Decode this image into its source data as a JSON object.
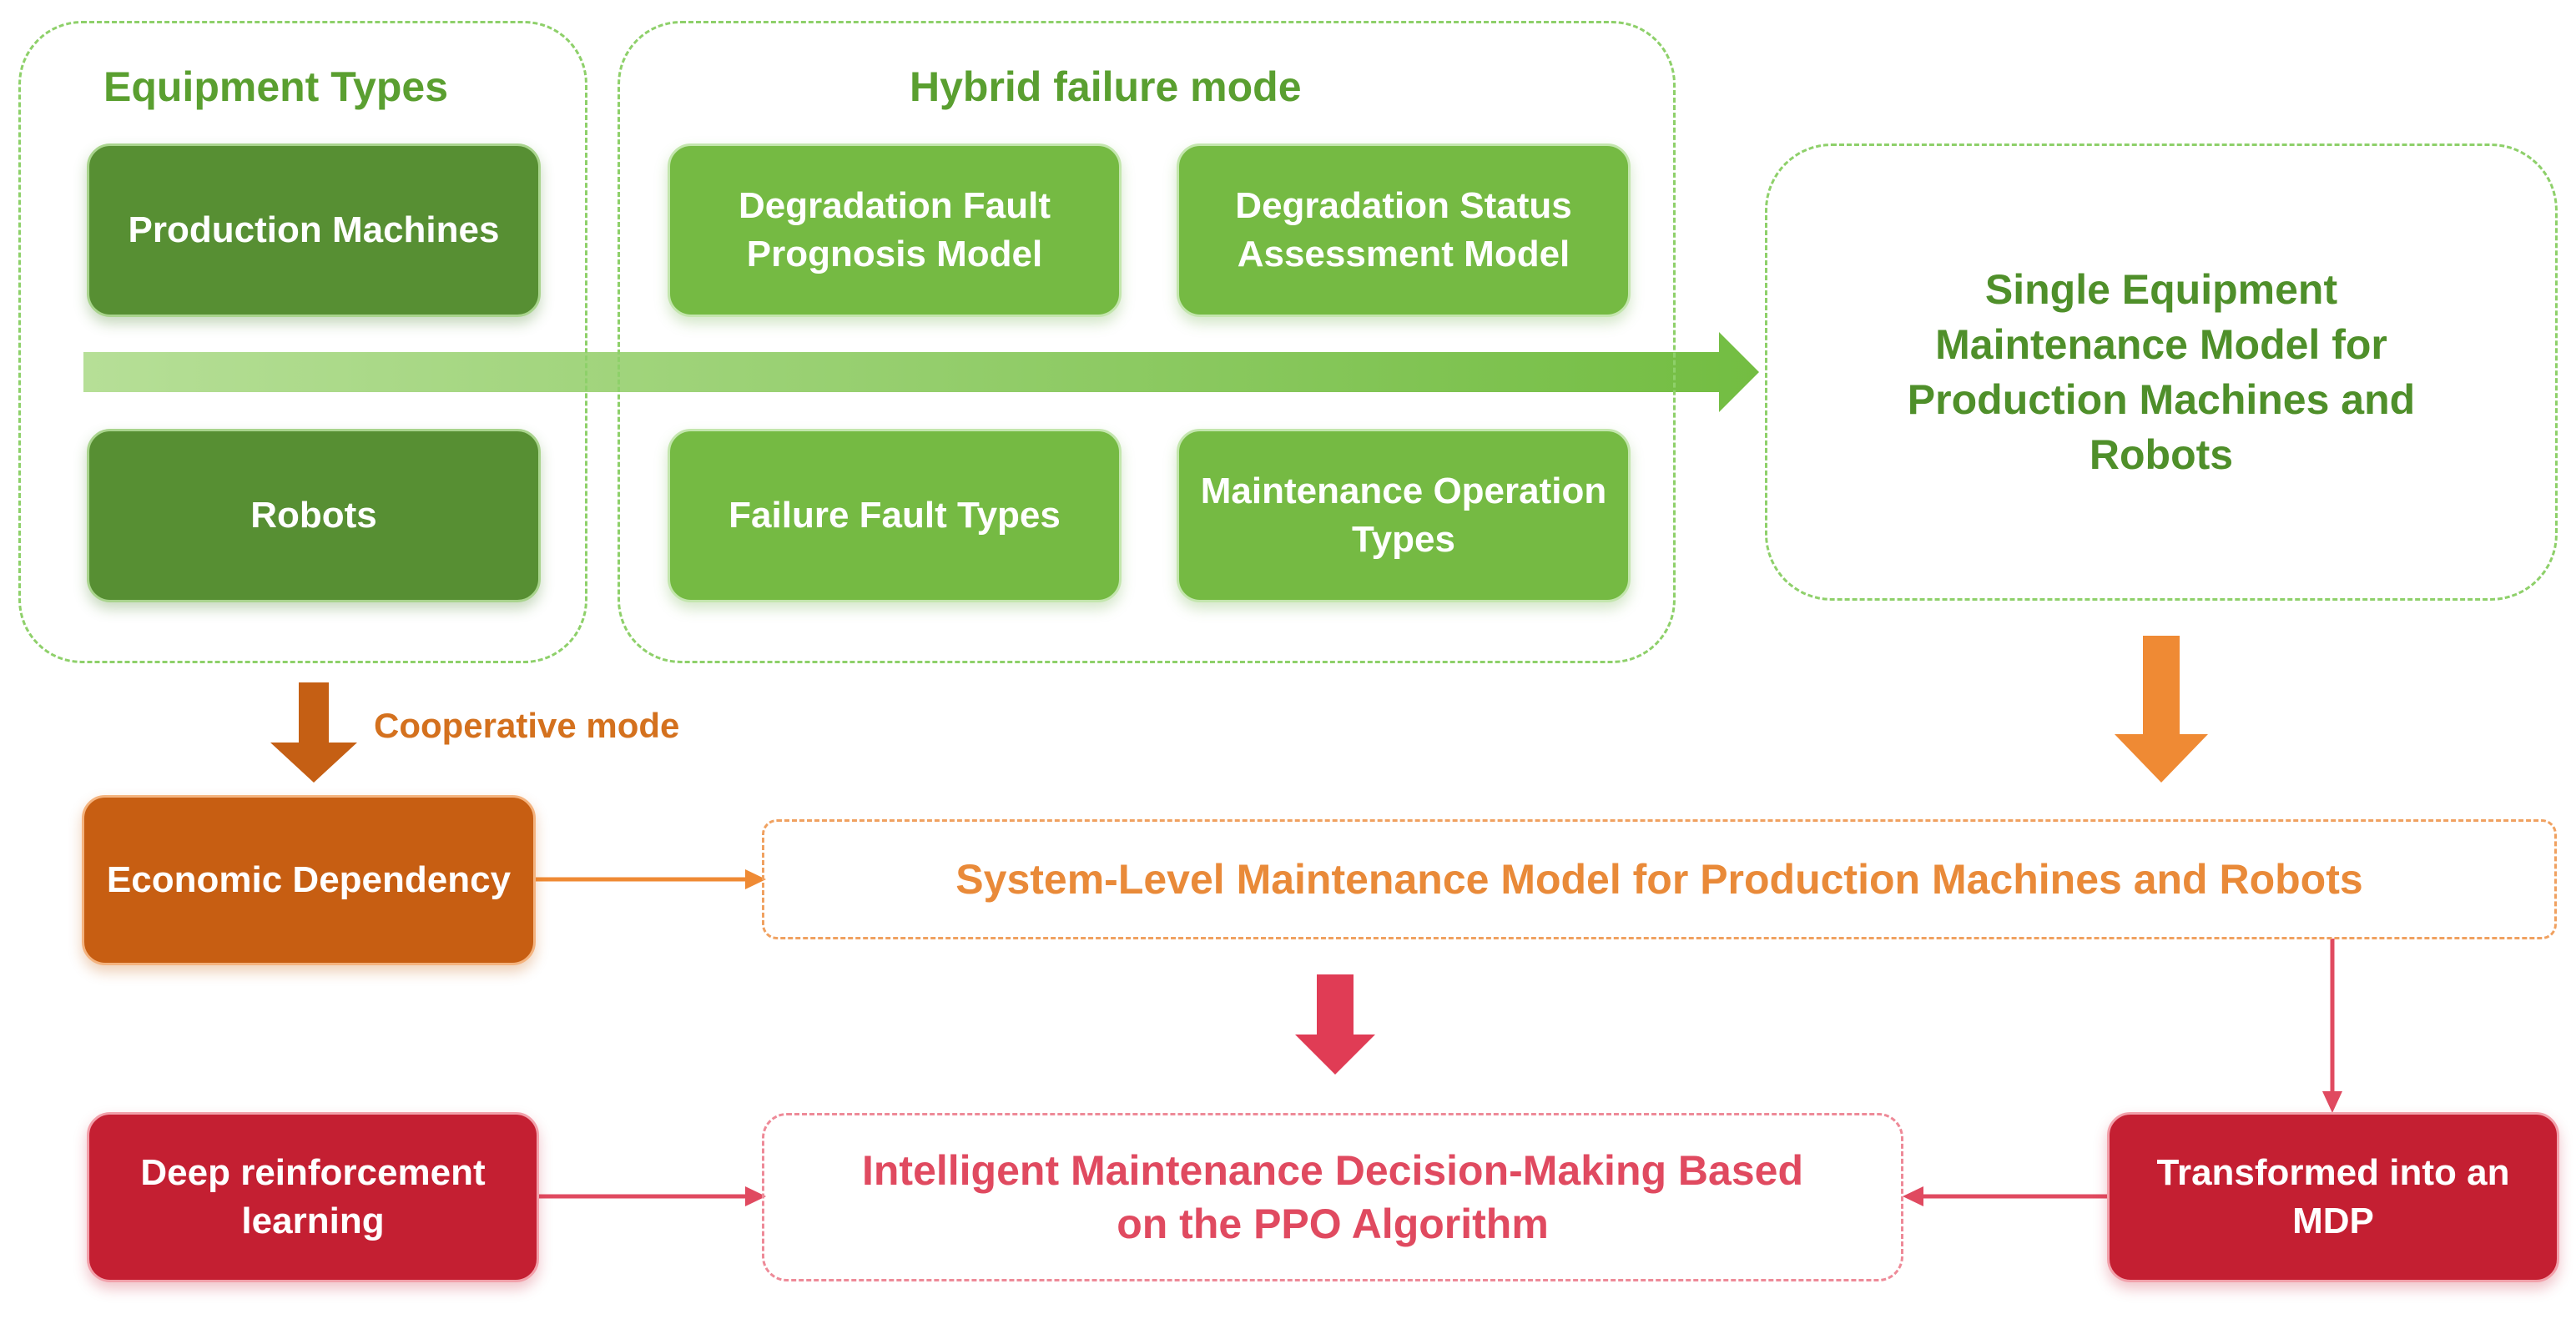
{
  "groups": {
    "equipment_types": {
      "title": "Equipment Types",
      "items": [
        "Production Machines",
        "Robots"
      ]
    },
    "hybrid_failure_mode": {
      "title": "Hybrid failure mode",
      "items": [
        "Degradation Fault Prognosis Model",
        "Degradation Status Assessment Model",
        "Failure Fault Types",
        "Maintenance Operation Types"
      ]
    }
  },
  "single_model": "Single Equipment Maintenance Model for Production Machines and Robots",
  "cooperative_mode": "Cooperative mode",
  "economic_dependency": "Economic Dependency",
  "system_model": "System-Level Maintenance Model for Production Machines and Robots",
  "drl": "Deep reinforcement learning",
  "ppo": "Intelligent Maintenance Decision-Making Based on the PPO Algorithm",
  "mdp": "Transformed into an MDP",
  "colors": {
    "dark_green": "#578f33",
    "light_green": "#75ba43",
    "orange": "#c75e12",
    "red": "#c41f32",
    "accent_orange": "#e98a39",
    "accent_red": "#e04a60"
  }
}
